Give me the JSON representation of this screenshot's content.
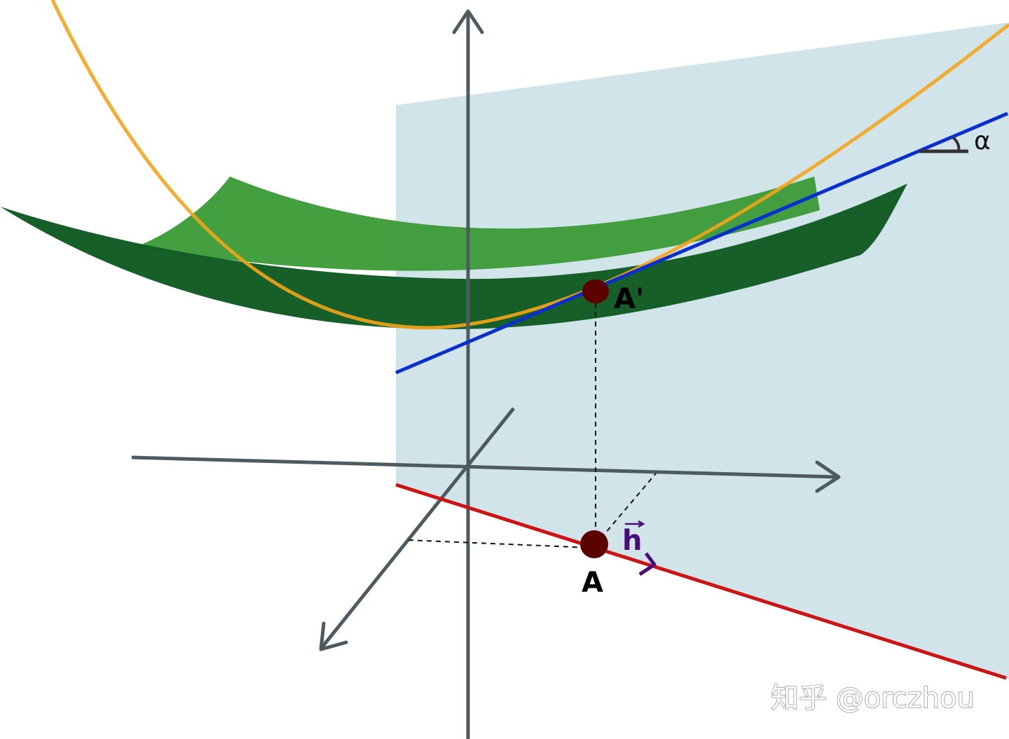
{
  "labels": {
    "point_top": "A'",
    "point_bottom": "A",
    "angle": "α",
    "vector": "h"
  },
  "watermark": {
    "text": "知乎 @orczhou"
  },
  "colors": {
    "background": "#ffffff",
    "axis": "#4d5a60",
    "vertical_plane": "#c9dfe6",
    "surface_light": "#3a9a35",
    "surface_dark": "#0f5a22",
    "parabola": "#f5a418",
    "tangent_line": "#0a2fd0",
    "direction_line": "#cc1414",
    "point": "#5c0000",
    "vector": "#4b0a7a",
    "angle_marker": "#333333"
  },
  "icons": {
    "vertical_axis_arrow": "arrow-up-icon",
    "horizontal_axis_arrow": "arrow-right-icon",
    "depth_axis_arrow": "arrow-down-left-icon",
    "vector_arrow": "arrow-right-icon"
  }
}
